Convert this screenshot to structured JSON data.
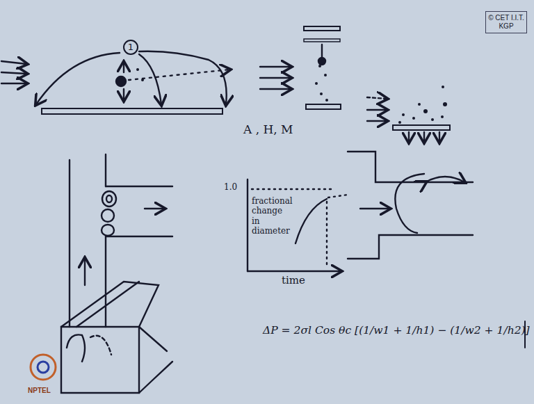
{
  "diagram": {
    "nodes": [
      {
        "text": [
          "© CET I.I.T. KGP"
        ]
      },
      {
        "text": [
          "1"
        ]
      }
    ],
    "labels": [
      "A , H, M",
      "1.0",
      "fractional change in diameter",
      "time",
      "ΔP = 2σl Cos θc [(1/w1 + 1/h1) − (1/w2 + 1/h2)]",
      "NPTEL"
    ]
  }
}
